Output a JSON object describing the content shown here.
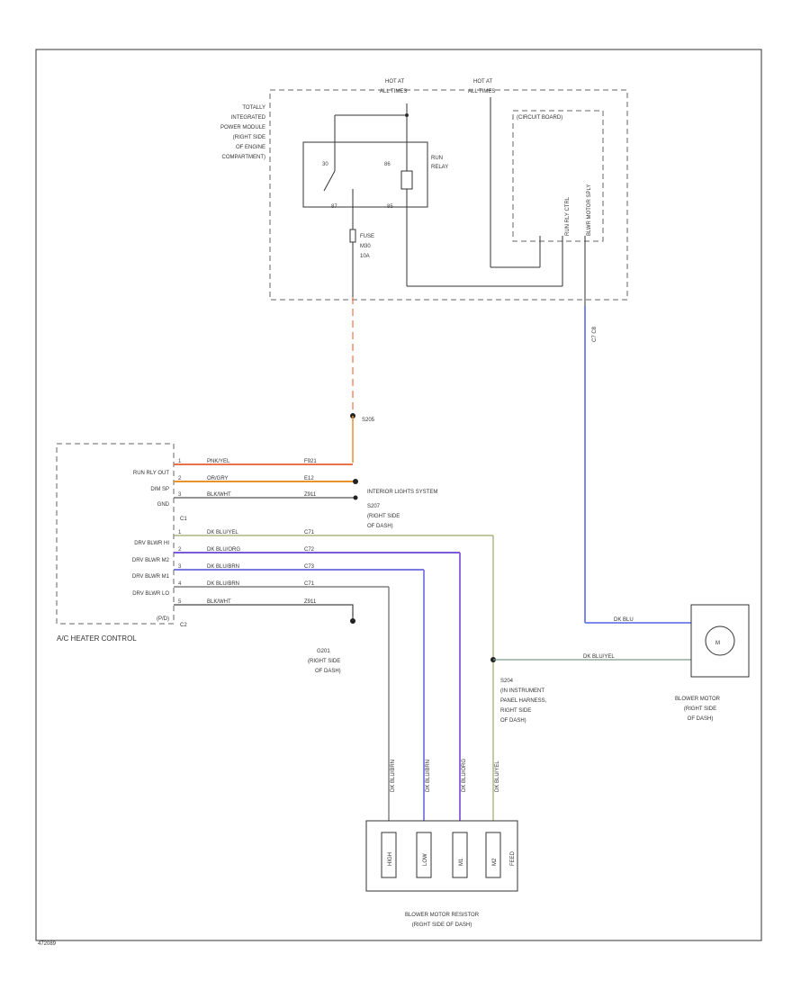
{
  "diagram_id": "472089",
  "tipm": {
    "label_lines": [
      "TOTALLY",
      "INTEGRATED",
      "POWER MODULE",
      "(RIGHT SIDE",
      "OF ENGINE",
      "COMPARTMENT)"
    ],
    "hot1": [
      "HOT AT",
      "ALL TIMES"
    ],
    "hot2": [
      "HOT AT",
      "ALL TIMES"
    ],
    "circuit_board": "(CIRCUIT BOARD)",
    "run_relay": [
      "RUN",
      "RELAY"
    ],
    "relay_pins": [
      "30",
      "87",
      "86",
      "85"
    ],
    "fuse": [
      "FUSE",
      "M30",
      "10A"
    ],
    "cb_signals": [
      "RUN RLY CTRL",
      "BLWR MOTOR SPLY"
    ],
    "connector_top": "C7  C8"
  },
  "splices": {
    "s205": "S205",
    "s207_a": [
      "S207",
      "(RIGHT SIDE",
      "OF DASH)"
    ],
    "s207_b": [
      "G201",
      "(RIGHT SIDE",
      "OF DASH)"
    ],
    "s204": [
      "S204",
      "(IN INSTRUMENT",
      "PANEL HARNESS,",
      "RIGHT SIDE",
      "OF DASH)"
    ]
  },
  "interior_lights": "INTERIOR LIGHTS SYSTEM",
  "ac_control": {
    "name": "A/C HEATER CONTROL",
    "pins": [
      "RUN RLY OUT",
      "DIM SP",
      "GND",
      "C1",
      "DRV BLWR HI",
      "DRV BLWR M2",
      "DRV BLWR M1",
      "DRV BLWR LO",
      "(P/D)",
      "C2"
    ],
    "wires": [
      {
        "color": "PNK/YEL",
        "circuit": "F921",
        "stroke": "#e8734a"
      },
      {
        "color": "OR/GRY",
        "circuit": "E12",
        "stroke": "#e8932a"
      },
      {
        "color": "BLK/WHT",
        "circuit": "Z911",
        "stroke": "#555555"
      },
      {
        "color": "DK BLU/YEL",
        "circuit": "C71",
        "stroke": "#9aa86a"
      },
      {
        "color": "DK BLU/ORG",
        "circuit": "C72",
        "stroke": "#7a5ad8"
      },
      {
        "color": "DK BLU/BRN",
        "circuit": "C73",
        "stroke": "#7a7ae0"
      },
      {
        "color": "DK BLU/BRN",
        "circuit": "C71",
        "stroke": "#666666"
      },
      {
        "color": "BLK/WHT",
        "circuit": "Z911",
        "stroke": "#444444"
      }
    ]
  },
  "blower_motor": {
    "name": [
      "BLOWER MOTOR",
      "(RIGHT SIDE",
      "OF DASH)"
    ],
    "wire_in": "DK BLU",
    "wire_out": "DK BLU/YEL"
  },
  "resistor": {
    "name": [
      "BLOWER MOTOR RESISTOR",
      "(RIGHT SIDE OF DASH)"
    ],
    "cells": [
      "HIGH",
      "LOW",
      "M1",
      "M2",
      "FEED"
    ],
    "wire_labels": [
      "DK BLU/BRN",
      "DK BLU/BRN",
      "DK BLU/ORG",
      "DK BLU/YEL"
    ]
  },
  "colors": {
    "red_pnk": "#e8734a",
    "orange": "#e8932a",
    "blue": "#6a7ae8",
    "purple": "#8a5ad8",
    "olive": "#9aa86a"
  }
}
